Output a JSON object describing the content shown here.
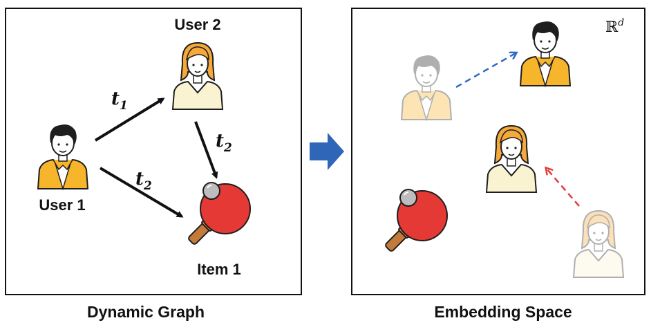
{
  "left_panel": {
    "caption": "Dynamic Graph",
    "nodes": {
      "user1": "User 1",
      "user2": "User 2",
      "item1": "Item 1"
    },
    "edges": {
      "e1": {
        "symbol": "t",
        "subscript": "1"
      },
      "e2": {
        "symbol": "t",
        "subscript": "2"
      },
      "e3": {
        "symbol": "t",
        "subscript": "2"
      }
    }
  },
  "right_panel": {
    "caption": "Embedding Space",
    "space": {
      "symbol": "ℝ",
      "superscript": "d"
    }
  },
  "colors": {
    "shirt_yellow": "#F7B52C",
    "hair_dark": "#1E1E1E",
    "hair_blonde": "#F4A93A",
    "skin": "#FFFFFF",
    "paddle_red": "#E53935",
    "paddle_handle": "#C47A3A",
    "ball": "#BDBDBD",
    "arrow_blue": "#2E6BC4",
    "arrow_red": "#E53935",
    "transition_arrow": "#2F66B8"
  },
  "icons": [
    "user-male-icon",
    "user-female-icon",
    "ping-pong-paddle-icon"
  ]
}
